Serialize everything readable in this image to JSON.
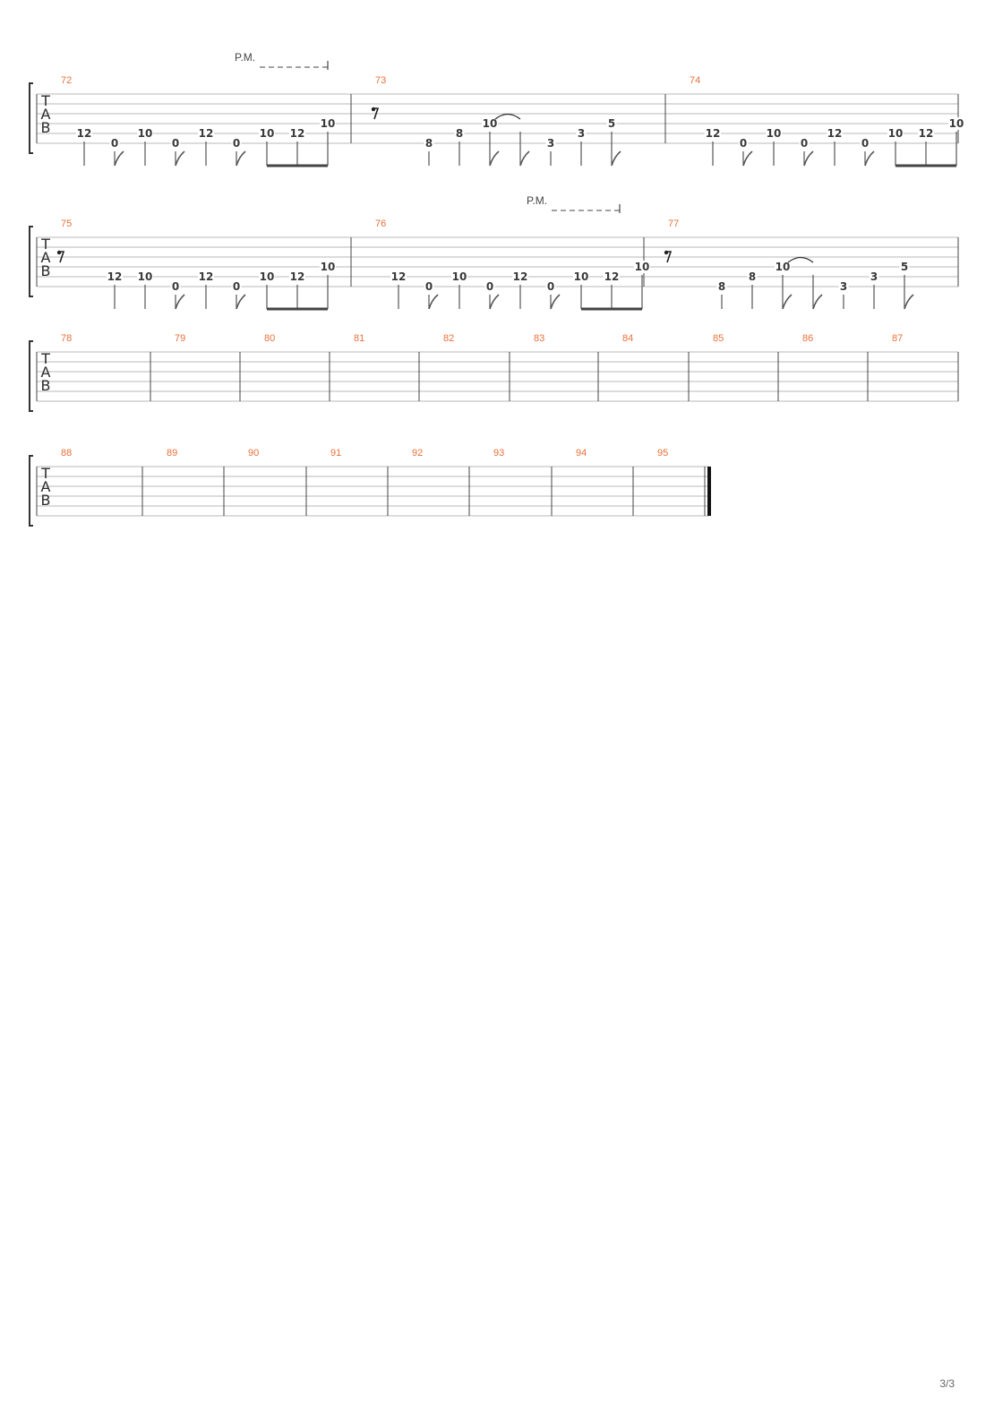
{
  "page": {
    "number_label": "3/3"
  },
  "tab_clef": [
    "T",
    "A",
    "B"
  ],
  "palm_mute_label": "P.M.",
  "colors": {
    "measure_number": "#e8703a",
    "staff_line": "#b8b8b8",
    "fret_text": "#3a3a3a"
  },
  "systems": [
    {
      "measures": [
        {
          "number": "72",
          "notes": [
            {
              "fret": "12",
              "string": 4,
              "beat": 0,
              "stem": true
            },
            {
              "fret": "0",
              "string": 5,
              "beat": 1,
              "flag": true
            },
            {
              "fret": "10",
              "string": 4,
              "beat": 2,
              "stem": true
            },
            {
              "fret": "0",
              "string": 5,
              "beat": 3,
              "flag": true
            },
            {
              "fret": "12",
              "string": 4,
              "beat": 4,
              "stem": true
            },
            {
              "fret": "0",
              "string": 5,
              "beat": 5,
              "flag": true
            },
            {
              "fret": "10",
              "string": 4,
              "beat": 6,
              "beam": "start"
            },
            {
              "fret": "12",
              "string": 4,
              "beat": 7,
              "beam": "mid"
            },
            {
              "fret": "10",
              "string": 3,
              "beat": 8,
              "beam": "end"
            }
          ]
        },
        {
          "number": "73",
          "rest": true,
          "notes": [
            {
              "fret": "8",
              "string": 5,
              "beat": 1,
              "stem": true
            },
            {
              "fret": "8",
              "string": 4,
              "beat": 2,
              "stem": true
            },
            {
              "fret": "10",
              "string": 3,
              "beat": 3,
              "flag": true,
              "tie": true
            },
            {
              "fret": "",
              "string": 3,
              "beat": 4,
              "flag": true
            },
            {
              "fret": "3",
              "string": 5,
              "beat": 5,
              "stem": true
            },
            {
              "fret": "3",
              "string": 4,
              "beat": 6,
              "stem": true
            },
            {
              "fret": "5",
              "string": 3,
              "beat": 7,
              "flag": true
            }
          ]
        },
        {
          "number": "74",
          "notes": [
            {
              "fret": "12",
              "string": 4,
              "beat": 0,
              "stem": true
            },
            {
              "fret": "0",
              "string": 5,
              "beat": 1,
              "flag": true
            },
            {
              "fret": "10",
              "string": 4,
              "beat": 2,
              "stem": true
            },
            {
              "fret": "0",
              "string": 5,
              "beat": 3,
              "flag": true
            },
            {
              "fret": "12",
              "string": 4,
              "beat": 4,
              "stem": true
            },
            {
              "fret": "0",
              "string": 5,
              "beat": 5,
              "flag": true
            },
            {
              "fret": "10",
              "string": 4,
              "beat": 6,
              "beam": "start"
            },
            {
              "fret": "12",
              "string": 4,
              "beat": 7,
              "beam": "mid"
            },
            {
              "fret": "10",
              "string": 3,
              "beat": 8,
              "beam": "end"
            }
          ]
        }
      ]
    },
    {
      "measures": [
        {
          "number": "75",
          "rest": true,
          "notes": [
            {
              "fret": "12",
              "string": 4,
              "beat": 1,
              "stem": true
            },
            {
              "fret": "10",
              "string": 4,
              "beat": 2,
              "stem": true
            },
            {
              "fret": "0",
              "string": 5,
              "beat": 3,
              "flag": true
            },
            {
              "fret": "12",
              "string": 4,
              "beat": 4,
              "stem": true
            },
            {
              "fret": "0",
              "string": 5,
              "beat": 5,
              "flag": true
            },
            {
              "fret": "10",
              "string": 4,
              "beat": 6,
              "beam": "start"
            },
            {
              "fret": "12",
              "string": 4,
              "beat": 7,
              "beam": "mid"
            },
            {
              "fret": "10",
              "string": 3,
              "beat": 8,
              "beam": "end"
            }
          ]
        },
        {
          "number": "76",
          "notes": [
            {
              "fret": "12",
              "string": 4,
              "beat": 0,
              "stem": true
            },
            {
              "fret": "0",
              "string": 5,
              "beat": 1,
              "flag": true
            },
            {
              "fret": "10",
              "string": 4,
              "beat": 2,
              "stem": true
            },
            {
              "fret": "0",
              "string": 5,
              "beat": 3,
              "flag": true
            },
            {
              "fret": "12",
              "string": 4,
              "beat": 4,
              "stem": true
            },
            {
              "fret": "0",
              "string": 5,
              "beat": 5,
              "flag": true
            },
            {
              "fret": "10",
              "string": 4,
              "beat": 6,
              "beam": "start"
            },
            {
              "fret": "12",
              "string": 4,
              "beat": 7,
              "beam": "mid"
            },
            {
              "fret": "10",
              "string": 3,
              "beat": 8,
              "beam": "end"
            }
          ]
        },
        {
          "number": "77",
          "rest": true,
          "notes": [
            {
              "fret": "8",
              "string": 5,
              "beat": 1,
              "stem": true
            },
            {
              "fret": "8",
              "string": 4,
              "beat": 2,
              "stem": true
            },
            {
              "fret": "10",
              "string": 3,
              "beat": 3,
              "flag": true,
              "tie": true
            },
            {
              "fret": "",
              "string": 3,
              "beat": 4,
              "flag": true
            },
            {
              "fret": "3",
              "string": 5,
              "beat": 5,
              "stem": true
            },
            {
              "fret": "3",
              "string": 4,
              "beat": 6,
              "stem": true
            },
            {
              "fret": "5",
              "string": 3,
              "beat": 7,
              "flag": true
            }
          ]
        }
      ]
    },
    {
      "measures": [
        {
          "number": "78",
          "notes": []
        },
        {
          "number": "79",
          "notes": []
        },
        {
          "number": "80",
          "notes": []
        },
        {
          "number": "81",
          "notes": []
        },
        {
          "number": "82",
          "notes": []
        },
        {
          "number": "83",
          "notes": []
        },
        {
          "number": "84",
          "notes": []
        },
        {
          "number": "85",
          "notes": []
        },
        {
          "number": "86",
          "notes": []
        },
        {
          "number": "87",
          "notes": []
        }
      ]
    },
    {
      "measures": [
        {
          "number": "88",
          "notes": []
        },
        {
          "number": "89",
          "notes": []
        },
        {
          "number": "90",
          "notes": []
        },
        {
          "number": "91",
          "notes": []
        },
        {
          "number": "92",
          "notes": []
        },
        {
          "number": "93",
          "notes": []
        },
        {
          "number": "94",
          "notes": []
        },
        {
          "number": "95",
          "notes": []
        }
      ]
    }
  ]
}
